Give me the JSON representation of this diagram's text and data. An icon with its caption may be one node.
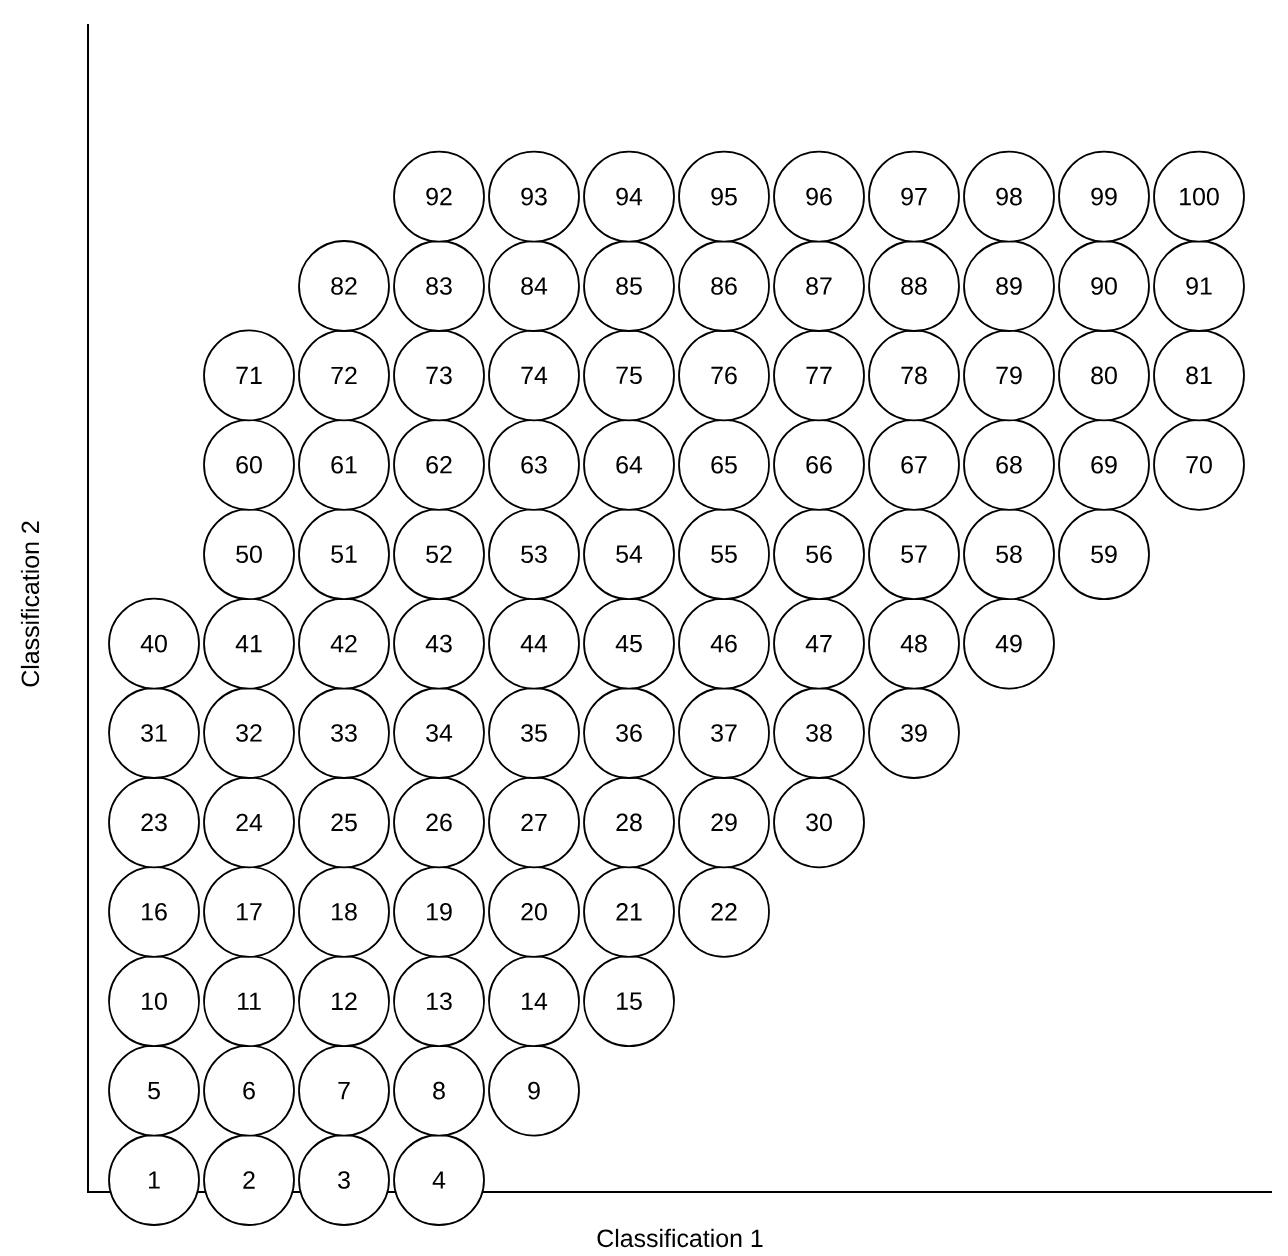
{
  "diagram": {
    "nodes": [
      {
        "text": [
          "1"
        ]
      },
      {
        "text": [
          "2"
        ]
      },
      {
        "text": [
          "3"
        ]
      },
      {
        "text": [
          "4"
        ]
      },
      {
        "text": [
          "5"
        ]
      },
      {
        "text": [
          "6"
        ]
      },
      {
        "text": [
          "7"
        ]
      },
      {
        "text": [
          "8"
        ]
      },
      {
        "text": [
          "9"
        ]
      },
      {
        "text": [
          "10"
        ]
      },
      {
        "text": [
          "11"
        ]
      },
      {
        "text": [
          "12"
        ]
      },
      {
        "text": [
          "13"
        ]
      },
      {
        "text": [
          "14"
        ]
      },
      {
        "text": [
          "15"
        ]
      },
      {
        "text": [
          "16"
        ]
      },
      {
        "text": [
          "17"
        ]
      },
      {
        "text": [
          "18"
        ]
      },
      {
        "text": [
          "19"
        ]
      },
      {
        "text": [
          "20"
        ]
      },
      {
        "text": [
          "21"
        ]
      },
      {
        "text": [
          "22"
        ]
      },
      {
        "text": [
          "23"
        ]
      },
      {
        "text": [
          "24"
        ]
      },
      {
        "text": [
          "25"
        ]
      },
      {
        "text": [
          "26"
        ]
      },
      {
        "text": [
          "27"
        ]
      },
      {
        "text": [
          "28"
        ]
      },
      {
        "text": [
          "29"
        ]
      },
      {
        "text": [
          "30"
        ]
      },
      {
        "text": [
          "31"
        ]
      },
      {
        "text": [
          "32"
        ]
      },
      {
        "text": [
          "33"
        ]
      },
      {
        "text": [
          "34"
        ]
      },
      {
        "text": [
          "35"
        ]
      },
      {
        "text": [
          "36"
        ]
      },
      {
        "text": [
          "37"
        ]
      },
      {
        "text": [
          "38"
        ]
      },
      {
        "text": [
          "39"
        ]
      },
      {
        "text": [
          "40"
        ]
      },
      {
        "text": [
          "41"
        ]
      },
      {
        "text": [
          "42"
        ]
      },
      {
        "text": [
          "43"
        ]
      },
      {
        "text": [
          "44"
        ]
      },
      {
        "text": [
          "45"
        ]
      },
      {
        "text": [
          "46"
        ]
      },
      {
        "text": [
          "47"
        ]
      },
      {
        "text": [
          "48"
        ]
      },
      {
        "text": [
          "49"
        ]
      },
      {
        "text": [
          "50"
        ]
      },
      {
        "text": [
          "51"
        ]
      },
      {
        "text": [
          "52"
        ]
      },
      {
        "text": [
          "53"
        ]
      },
      {
        "text": [
          "54"
        ]
      },
      {
        "text": [
          "55"
        ]
      },
      {
        "text": [
          "56"
        ]
      },
      {
        "text": [
          "57"
        ]
      },
      {
        "text": [
          "58"
        ]
      },
      {
        "text": [
          "59"
        ]
      },
      {
        "text": [
          "60"
        ]
      },
      {
        "text": [
          "61"
        ]
      },
      {
        "text": [
          "62"
        ]
      },
      {
        "text": [
          "63"
        ]
      },
      {
        "text": [
          "64"
        ]
      },
      {
        "text": [
          "65"
        ]
      },
      {
        "text": [
          "66"
        ]
      },
      {
        "text": [
          "67"
        ]
      },
      {
        "text": [
          "68"
        ]
      },
      {
        "text": [
          "69"
        ]
      },
      {
        "text": [
          "70"
        ]
      },
      {
        "text": [
          "71"
        ]
      },
      {
        "text": [
          "72"
        ]
      },
      {
        "text": [
          "73"
        ]
      },
      {
        "text": [
          "74"
        ]
      },
      {
        "text": [
          "75"
        ]
      },
      {
        "text": [
          "76"
        ]
      },
      {
        "text": [
          "77"
        ]
      },
      {
        "text": [
          "78"
        ]
      },
      {
        "text": [
          "79"
        ]
      },
      {
        "text": [
          "80"
        ]
      },
      {
        "text": [
          "81"
        ]
      },
      {
        "text": [
          "82"
        ]
      },
      {
        "text": [
          "83"
        ]
      },
      {
        "text": [
          "84"
        ]
      },
      {
        "text": [
          "85"
        ]
      },
      {
        "text": [
          "86"
        ]
      },
      {
        "text": [
          "87"
        ]
      },
      {
        "text": [
          "88"
        ]
      },
      {
        "text": [
          "89"
        ]
      },
      {
        "text": [
          "90"
        ]
      },
      {
        "text": [
          "91"
        ]
      },
      {
        "text": [
          "92"
        ]
      },
      {
        "text": [
          "93"
        ]
      },
      {
        "text": [
          "94"
        ]
      },
      {
        "text": [
          "95"
        ]
      },
      {
        "text": [
          "96"
        ]
      },
      {
        "text": [
          "97"
        ]
      },
      {
        "text": [
          "98"
        ]
      },
      {
        "text": [
          "99"
        ]
      },
      {
        "text": [
          "100"
        ]
      }
    ],
    "labels": [
      "Classification 2",
      "Classification 1"
    ]
  }
}
